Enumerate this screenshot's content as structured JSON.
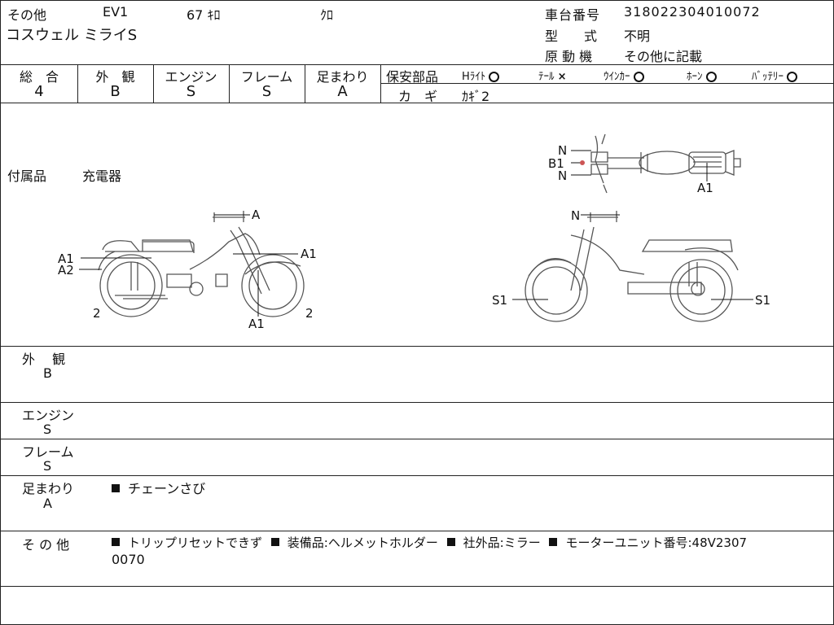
{
  "header": {
    "other_label": "その他",
    "code": "EV1",
    "mileage": "67 ｷﾛ",
    "color": "ｸﾛ",
    "model_name": "コスウェル ミライS",
    "frame_no_label": "車台番号",
    "frame_no": "318022304010072",
    "type_label": "型　　式",
    "type_value": "不明",
    "engine_label": "原 動 機",
    "engine_value": "その他に記載"
  },
  "grades": [
    {
      "label": "総　合",
      "value": "4"
    },
    {
      "label": "外　観",
      "value": "B"
    },
    {
      "label": "エンジン",
      "value": "S"
    },
    {
      "label": "フレーム",
      "value": "S"
    },
    {
      "label": "足まわり",
      "value": "A"
    }
  ],
  "safety": {
    "label": "保安部品",
    "items": [
      {
        "name": "Hﾗｲﾄ",
        "status": "○"
      },
      {
        "name": "ﾃｰﾙ",
        "status": "×"
      },
      {
        "name": "ｳｲﾝｶｰ",
        "status": "○"
      },
      {
        "name": "ﾎｰﾝ",
        "status": "○"
      },
      {
        "name": "ﾊﾞｯﾃﾘｰ",
        "status": "○"
      }
    ],
    "key_label": "カ　ギ",
    "key_value": "ｶｷﾞ2"
  },
  "accessories": {
    "label": "付属品",
    "value": "充電器"
  },
  "diagram": {
    "top_labels": [
      "N",
      "B1",
      "N",
      "A1"
    ],
    "left_labels": [
      "A",
      "A1",
      "A2",
      "A1",
      "2",
      "A1",
      "2"
    ],
    "right_labels": [
      "N",
      "S1",
      "S1"
    ]
  },
  "sections": [
    {
      "title": "外　 観",
      "grade": "B",
      "notes": ""
    },
    {
      "title": "エンジン",
      "grade": "S",
      "notes": ""
    },
    {
      "title": "フレーム",
      "grade": "S",
      "notes": ""
    },
    {
      "title": "足まわり",
      "grade": "A",
      "notes": "チェーンさび"
    },
    {
      "title": "そ の 他",
      "grade": "",
      "notes_list": [
        "トリップリセットできず",
        "装備品:ヘルメットホルダー",
        "社外品:ミラー",
        "モーターユニット番号:48V2307"
      ],
      "notes_cont": "0070"
    }
  ]
}
